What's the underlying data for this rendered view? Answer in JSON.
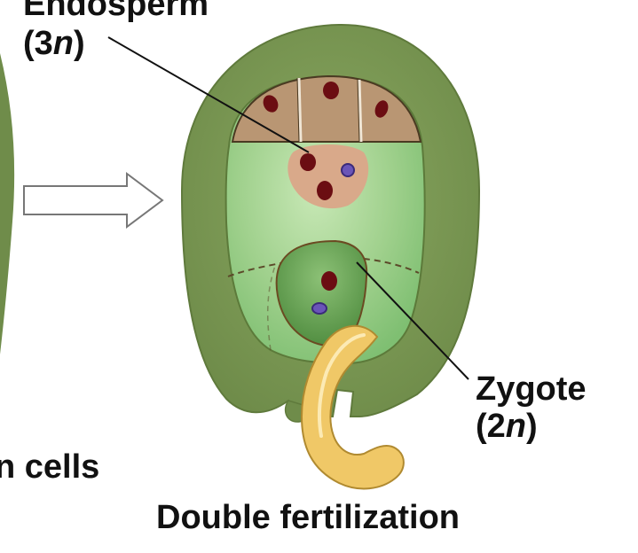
{
  "labels": {
    "endosperm_title": "Endosperm",
    "endosperm_ploidy_open": "(3",
    "endosperm_ploidy_n": "n",
    "endosperm_ploidy_close": ")",
    "zygote_title": "Zygote",
    "zygote_ploidy_open": "(2",
    "zygote_ploidy_n": "n",
    "zygote_ploidy_close": ")",
    "left_cut_text": "n cells",
    "caption": "Double fertilization"
  },
  "colors": {
    "ovule_outer": "#7f9a55",
    "ovule_edge": "#5f7a3c",
    "embryo_sac": "#9fd08c",
    "antipodal_cells": "#b99673",
    "endosperm_nucleus_cell": "#d9a98a",
    "nucleus_dark": "#6b0d12",
    "nucleus_purple": "#6a55b8",
    "zygote_cell": "#5e9a48",
    "pollen_tube": "#f0c867"
  }
}
